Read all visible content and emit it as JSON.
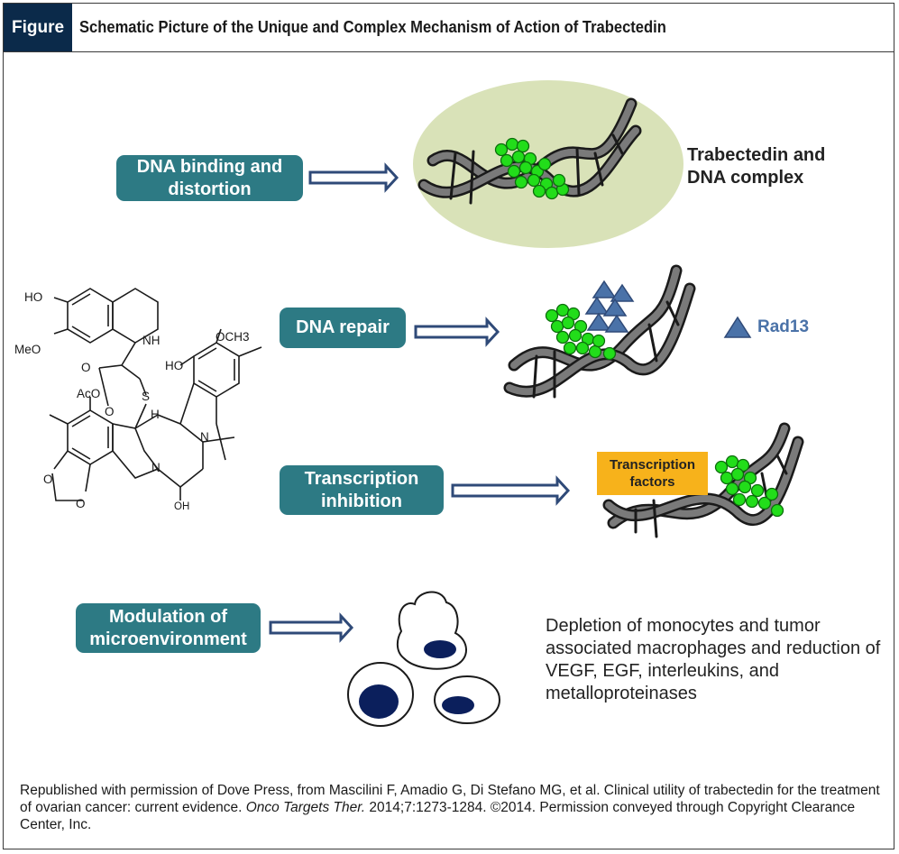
{
  "header": {
    "tag": "Figure",
    "title": "Schematic Picture of the Unique and Complex Mechanism of Action of Trabectedin"
  },
  "steps": [
    {
      "label": "DNA binding and distortion",
      "result": "Trabectedin and DNA complex"
    },
    {
      "label": "DNA repair",
      "legend": "Rad13"
    },
    {
      "label": "Transcription inhibition",
      "box": "Transcription factors"
    },
    {
      "label": "Modulation of microenvironment",
      "result": "Depletion of monocytes and tumor associated macrophages and reduction of VEGF, EGF, interleukins, and metalloproteinases"
    }
  ],
  "molecule": {
    "atoms": [
      "HO",
      "MeO",
      "NH",
      "O",
      "S",
      "AcO",
      "OCH3",
      "HO",
      "H",
      "N",
      "N",
      "O",
      "O",
      "O",
      "OH"
    ]
  },
  "credit": {
    "before": "Republished with permission of Dove Press, from Mascilini F, Amadio G, Di Stefano MG, et al. Clinical utility of trabectedin for the treatment of ovarian cancer: current evidence. ",
    "journal": "Onco Targets Ther.",
    "after": " 2014;7:1273-1284. ©2014. Permission conveyed through Copyright Clearance Center, Inc."
  },
  "colors": {
    "navy": "#0b2a4a",
    "teal": "#2d7a84",
    "arrow": "#2f4a78",
    "ellipse": "#d9e2b8",
    "green": "#22dd1a",
    "rad": "#4a72a8",
    "tf": "#f7b21b"
  }
}
